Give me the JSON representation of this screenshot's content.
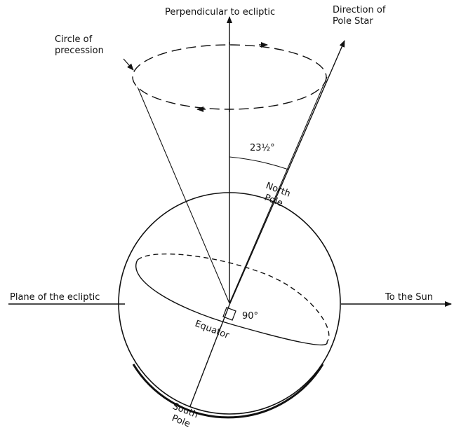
{
  "labels": {
    "perpendicular": "Perpendicular to ecliptic",
    "direction_line1": "Direction of",
    "direction_line2": "Pole Star",
    "circle_line1": "Circle of",
    "circle_line2": "precession",
    "tilt_angle": "23½°",
    "north_line1": "North",
    "north_line2": "Pole",
    "plane": "Plane of the ecliptic",
    "to_sun": "To the Sun",
    "right_angle": "90°",
    "equator": "Equator",
    "south_line1": "South",
    "south_line2": "Pole"
  },
  "colors": {
    "ink": "#111111",
    "background": "#ffffff"
  }
}
